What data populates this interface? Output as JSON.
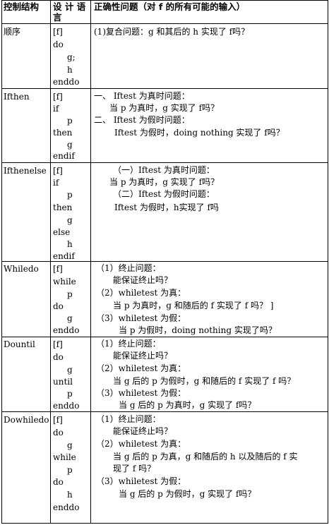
{
  "header": {
    "col1": "控制结构",
    "col2_line1": "设 计 语",
    "col2_line2": "言",
    "col3": "正确性问题（对 f 的所有可能的输入）"
  },
  "rows": [
    {
      "name": "顺序",
      "design": [
        "[f]",
        "do",
        "g;",
        "h",
        "enddo"
      ],
      "question": [
        "(1)复合问题：g 和其后的 h 实现了 f吗？"
      ]
    },
    {
      "name": "Ifthen",
      "design": [
        "[f]",
        "if",
        "p",
        "then",
        "g",
        "endif"
      ],
      "question": [
        "一、       Iftest 为真时问题：",
        "当 p 为真时，g 实现了 f吗？",
        "二、       Iftest 为假时问题：",
        "Iftest 为假时，doing nothing 实现了 f吗？"
      ]
    },
    {
      "name": "Ifthenelse",
      "design": [
        "[f]",
        "if",
        "p",
        "then",
        "g",
        "else",
        "h",
        "endif"
      ],
      "question": [
        "（一）Iftest 为真时问题：",
        "当 p 为真时，g 实现了 f吗？",
        "（二）Iftest 为假时问题：",
        "Iftest 为假时，h实现了 f吗"
      ]
    },
    {
      "name": "Whiledo",
      "design": [
        "[f]",
        "while",
        "p",
        "do",
        "g",
        "enddo"
      ],
      "question": [
        "（1）终止问题：",
        "能保证终止吗？",
        "（2）whiletest 为真：",
        "当 p 为真时，g 和随后的 f 实现了 f 吗？ ]",
        "（3）whiletest 为假：",
        "当 p 为假时，doing nothing 实现了吗？"
      ]
    },
    {
      "name": "Dountil",
      "design": [
        "[f]",
        "do",
        "g",
        "until",
        "p",
        "enddo"
      ],
      "question": [
        "（1）终止问题：",
        "能保证终止吗？",
        "（2）whiletest 为真：",
        "当 g 后的 p 为假时，g 和随后的 f 实现了 f 吗？",
        "（3）whiletest 为假：",
        "当 g 后的 p 为真时，g 实现了 f吗？"
      ]
    },
    {
      "name": "Dowhiledo",
      "design": [
        "[f]",
        "do",
        "g",
        "while",
        "p",
        "do",
        "h",
        "enddo"
      ],
      "question": [
        "（1）终止问题：",
        "能保证终止吗？",
        "（2）whiletest 为真：",
        "当 g 后的 p 为真，g 和随后的 h 以及随后的 f 实",
        "现了 f 吗？",
        "（3）whiletest 为假：",
        "当 g 后的 p 为假时，g 实现了 f吗？"
      ]
    }
  ]
}
